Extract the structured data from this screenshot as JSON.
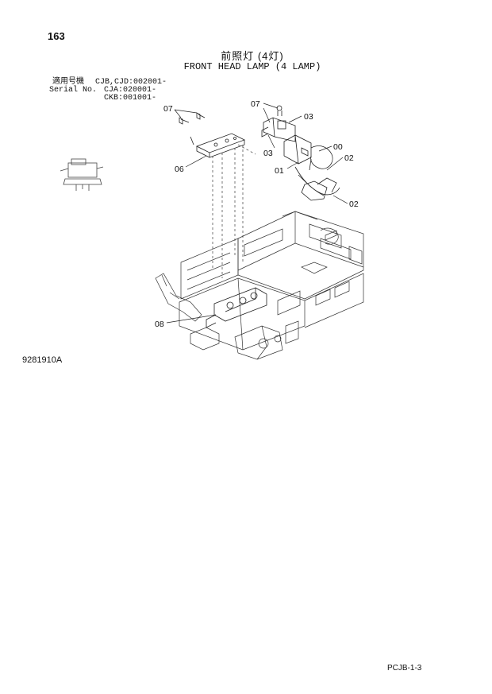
{
  "header": {
    "page_number": "163",
    "title_jp": "前照灯 (4灯)",
    "title_en": "FRONT HEAD LAMP (4 LAMP)"
  },
  "serial": {
    "label_jp": "適用号機",
    "label_en": "Serial No.",
    "codes": [
      "CJB,CJD:002001-",
      "CJA:020001-",
      "CKB:001001-"
    ]
  },
  "callouts": {
    "c07a": "07",
    "c07b": "07",
    "c03a": "03",
    "c03b": "03",
    "c00": "00",
    "c02a": "02",
    "c01": "01",
    "c02b": "02",
    "c06": "06",
    "c08": "08"
  },
  "footer": {
    "diagram_id": "9281910A",
    "page_ref": "PCJB-1-3"
  }
}
